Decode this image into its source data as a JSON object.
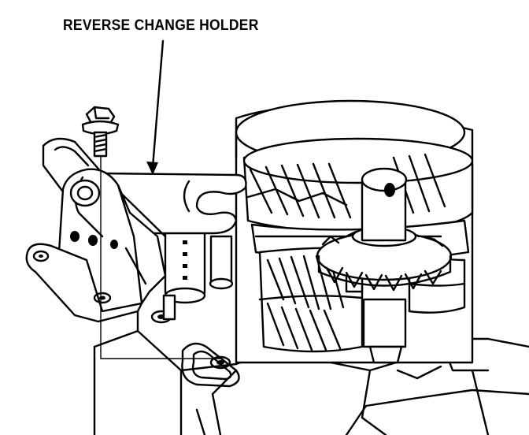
{
  "diagram": {
    "callout_label": "REVERSE CHANGE HOLDER",
    "icons": {
      "bolt": "bolt-icon",
      "holder": "reverse-change-holder",
      "gears": "gear-cluster",
      "housing": "transmission-housing"
    }
  }
}
